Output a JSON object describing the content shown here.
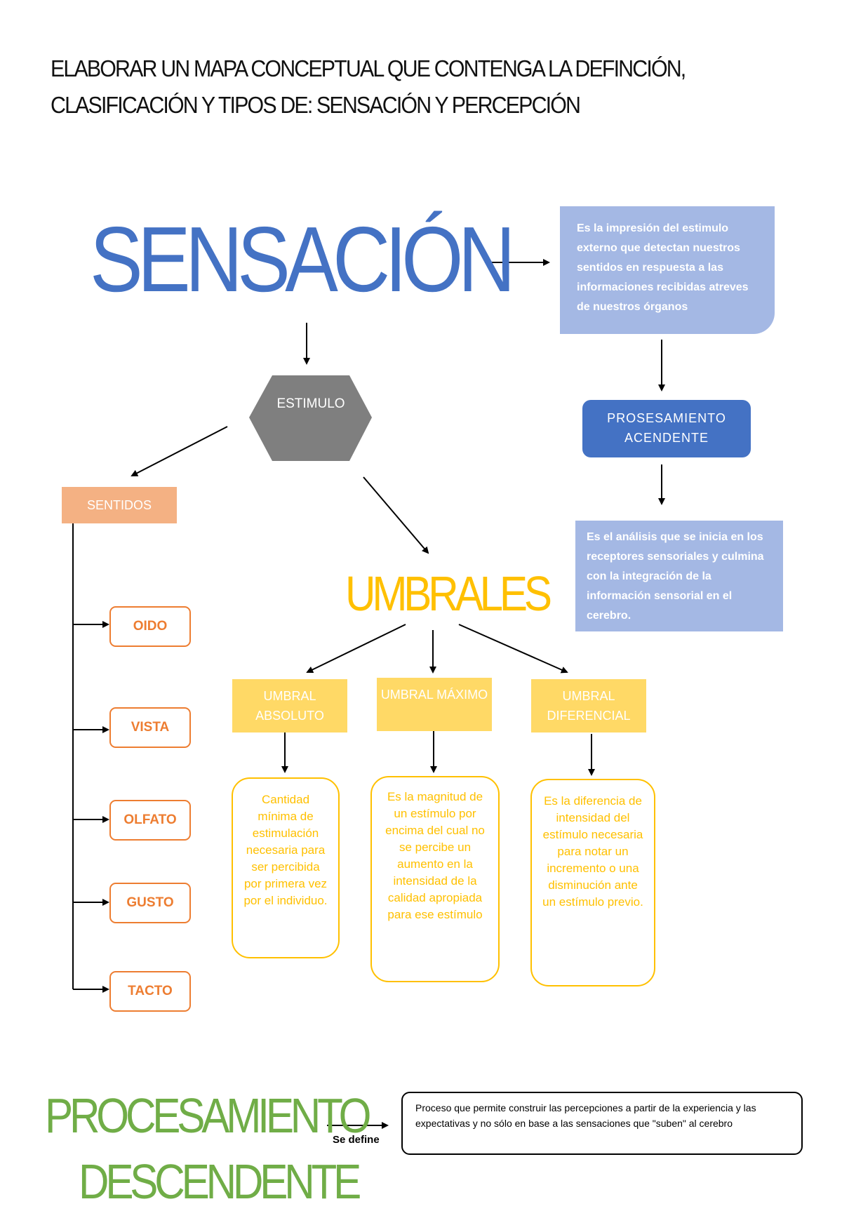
{
  "title": "ELABORAR UN MAPA CONCEPTUAL QUE CONTENGA LA DEFINCIÓN, CLASIFICACIÓN Y TIPOS DE: SENSACIÓN Y PERCEPCIÓN",
  "sensacion": {
    "heading": "SENSACIÓN",
    "definition": "Es la impresión del estimulo externo  que detectan nuestros sentidos en respuesta a las informaciones recibidas atreves de nuestros órganos",
    "process_label": "PROSESAMIENTO ACENDENTE",
    "process_definition": "Es el análisis que se inicia en los receptores sensoriales y culmina con la integración de la información sensorial en el cerebro.",
    "stimulus_label": "ESTIMULO"
  },
  "sentidos": {
    "label": "SENTIDOS",
    "items": [
      "OIDO",
      "VISTA",
      "OLFATO",
      "GUSTO",
      "TACTO"
    ]
  },
  "umbrales": {
    "heading": "UMBRALES",
    "types": [
      {
        "name": "UMBRAL ABSOLUTO",
        "description": "Cantidad mínima de estimulación necesaria para ser percibida por primera vez por el individuo."
      },
      {
        "name": "UMBRAL MÁXIMO",
        "description": "Es la magnitud de un estímulo por encima del cual no se percibe un aumento en la intensidad de la calidad apropiada para ese estímulo"
      },
      {
        "name": "UMBRAL DIFERENCIAL",
        "description": "Es la diferencia de intensidad del estímulo necesaria para notar un incremento o una disminución ante un estímulo previo."
      }
    ]
  },
  "procesamiento": {
    "heading_line1": "PROCESAMIENTO",
    "heading_line2": "DESCENDENTE",
    "connector": "Se define",
    "definition": "Proceso que permite construir las percepciones a partir de la experiencia y las expectativas y no sólo en base a las sensaciones que \"suben\" al cerebro"
  },
  "colors": {
    "blue": "#4472c4",
    "light_blue": "#a4b8e4",
    "gold": "#ffc000",
    "light_gold": "#ffd966",
    "orange": "#ed7d31",
    "peach": "#f4b183",
    "gray": "#7f7f7f",
    "green": "#70ad47"
  }
}
